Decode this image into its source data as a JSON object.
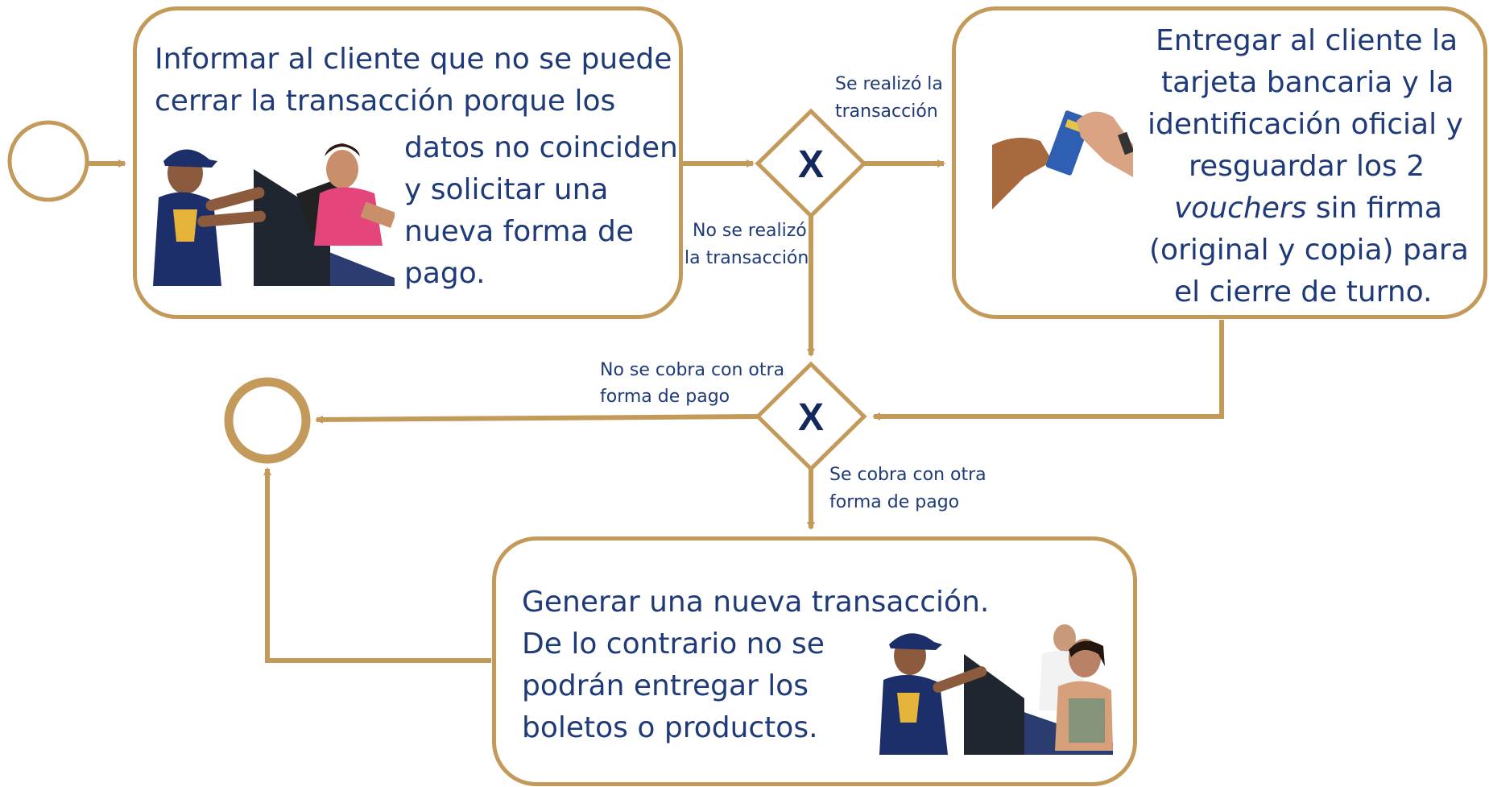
{
  "start_event": {
    "icon": "start-circle-icon"
  },
  "end_event": {
    "icon": "end-circle-icon"
  },
  "task_inform": {
    "lines": [
      "Informar al cliente que no se puede",
      "cerrar la transacción porque los",
      "datos no coinciden",
      "y solicitar una",
      "nueva forma de",
      "pago."
    ],
    "image": "cashier-serving-customer-photo"
  },
  "task_deliver": {
    "lines": [
      "Entregar al cliente la",
      "tarjeta bancaria y la",
      "identificación oficial y",
      "resguardar los 2"
    ],
    "line5_italic": "vouchers",
    "line5_rest": " sin firma",
    "lines_end": [
      "(original y copia) para",
      "el cierre de turno."
    ],
    "image": "hands-exchanging-card-photo"
  },
  "task_generate": {
    "lines": [
      "Generar una nueva transacción.",
      "De lo contrario no se",
      "podrán entregar los",
      "boletos o productos."
    ],
    "image": "cashier-with-customers-photo"
  },
  "gateway_1": {
    "symbol": "X",
    "out_yes": "Se realizó la\ntransacción",
    "out_no": "No se realizó\nla transacción"
  },
  "gateway_2": {
    "symbol": "X",
    "out_no": "No se cobra con otra\nforma de pago",
    "out_yes": "Se cobra con otra\nforma de pago"
  },
  "labels": {
    "g1_yes_l1": "Se realizó la",
    "g1_yes_l2": "transacción",
    "g1_no_l1": "No se realizó",
    "g1_no_l2": "la transacción",
    "g2_no_l1": "No se cobra con otra",
    "g2_no_l2": "forma de pago",
    "g2_yes_l1": "Se cobra con otra",
    "g2_yes_l2": "forma de pago"
  },
  "colors": {
    "connector": "#c49a5a",
    "text": "#1f3a78",
    "gateway_x": "#14285c"
  }
}
